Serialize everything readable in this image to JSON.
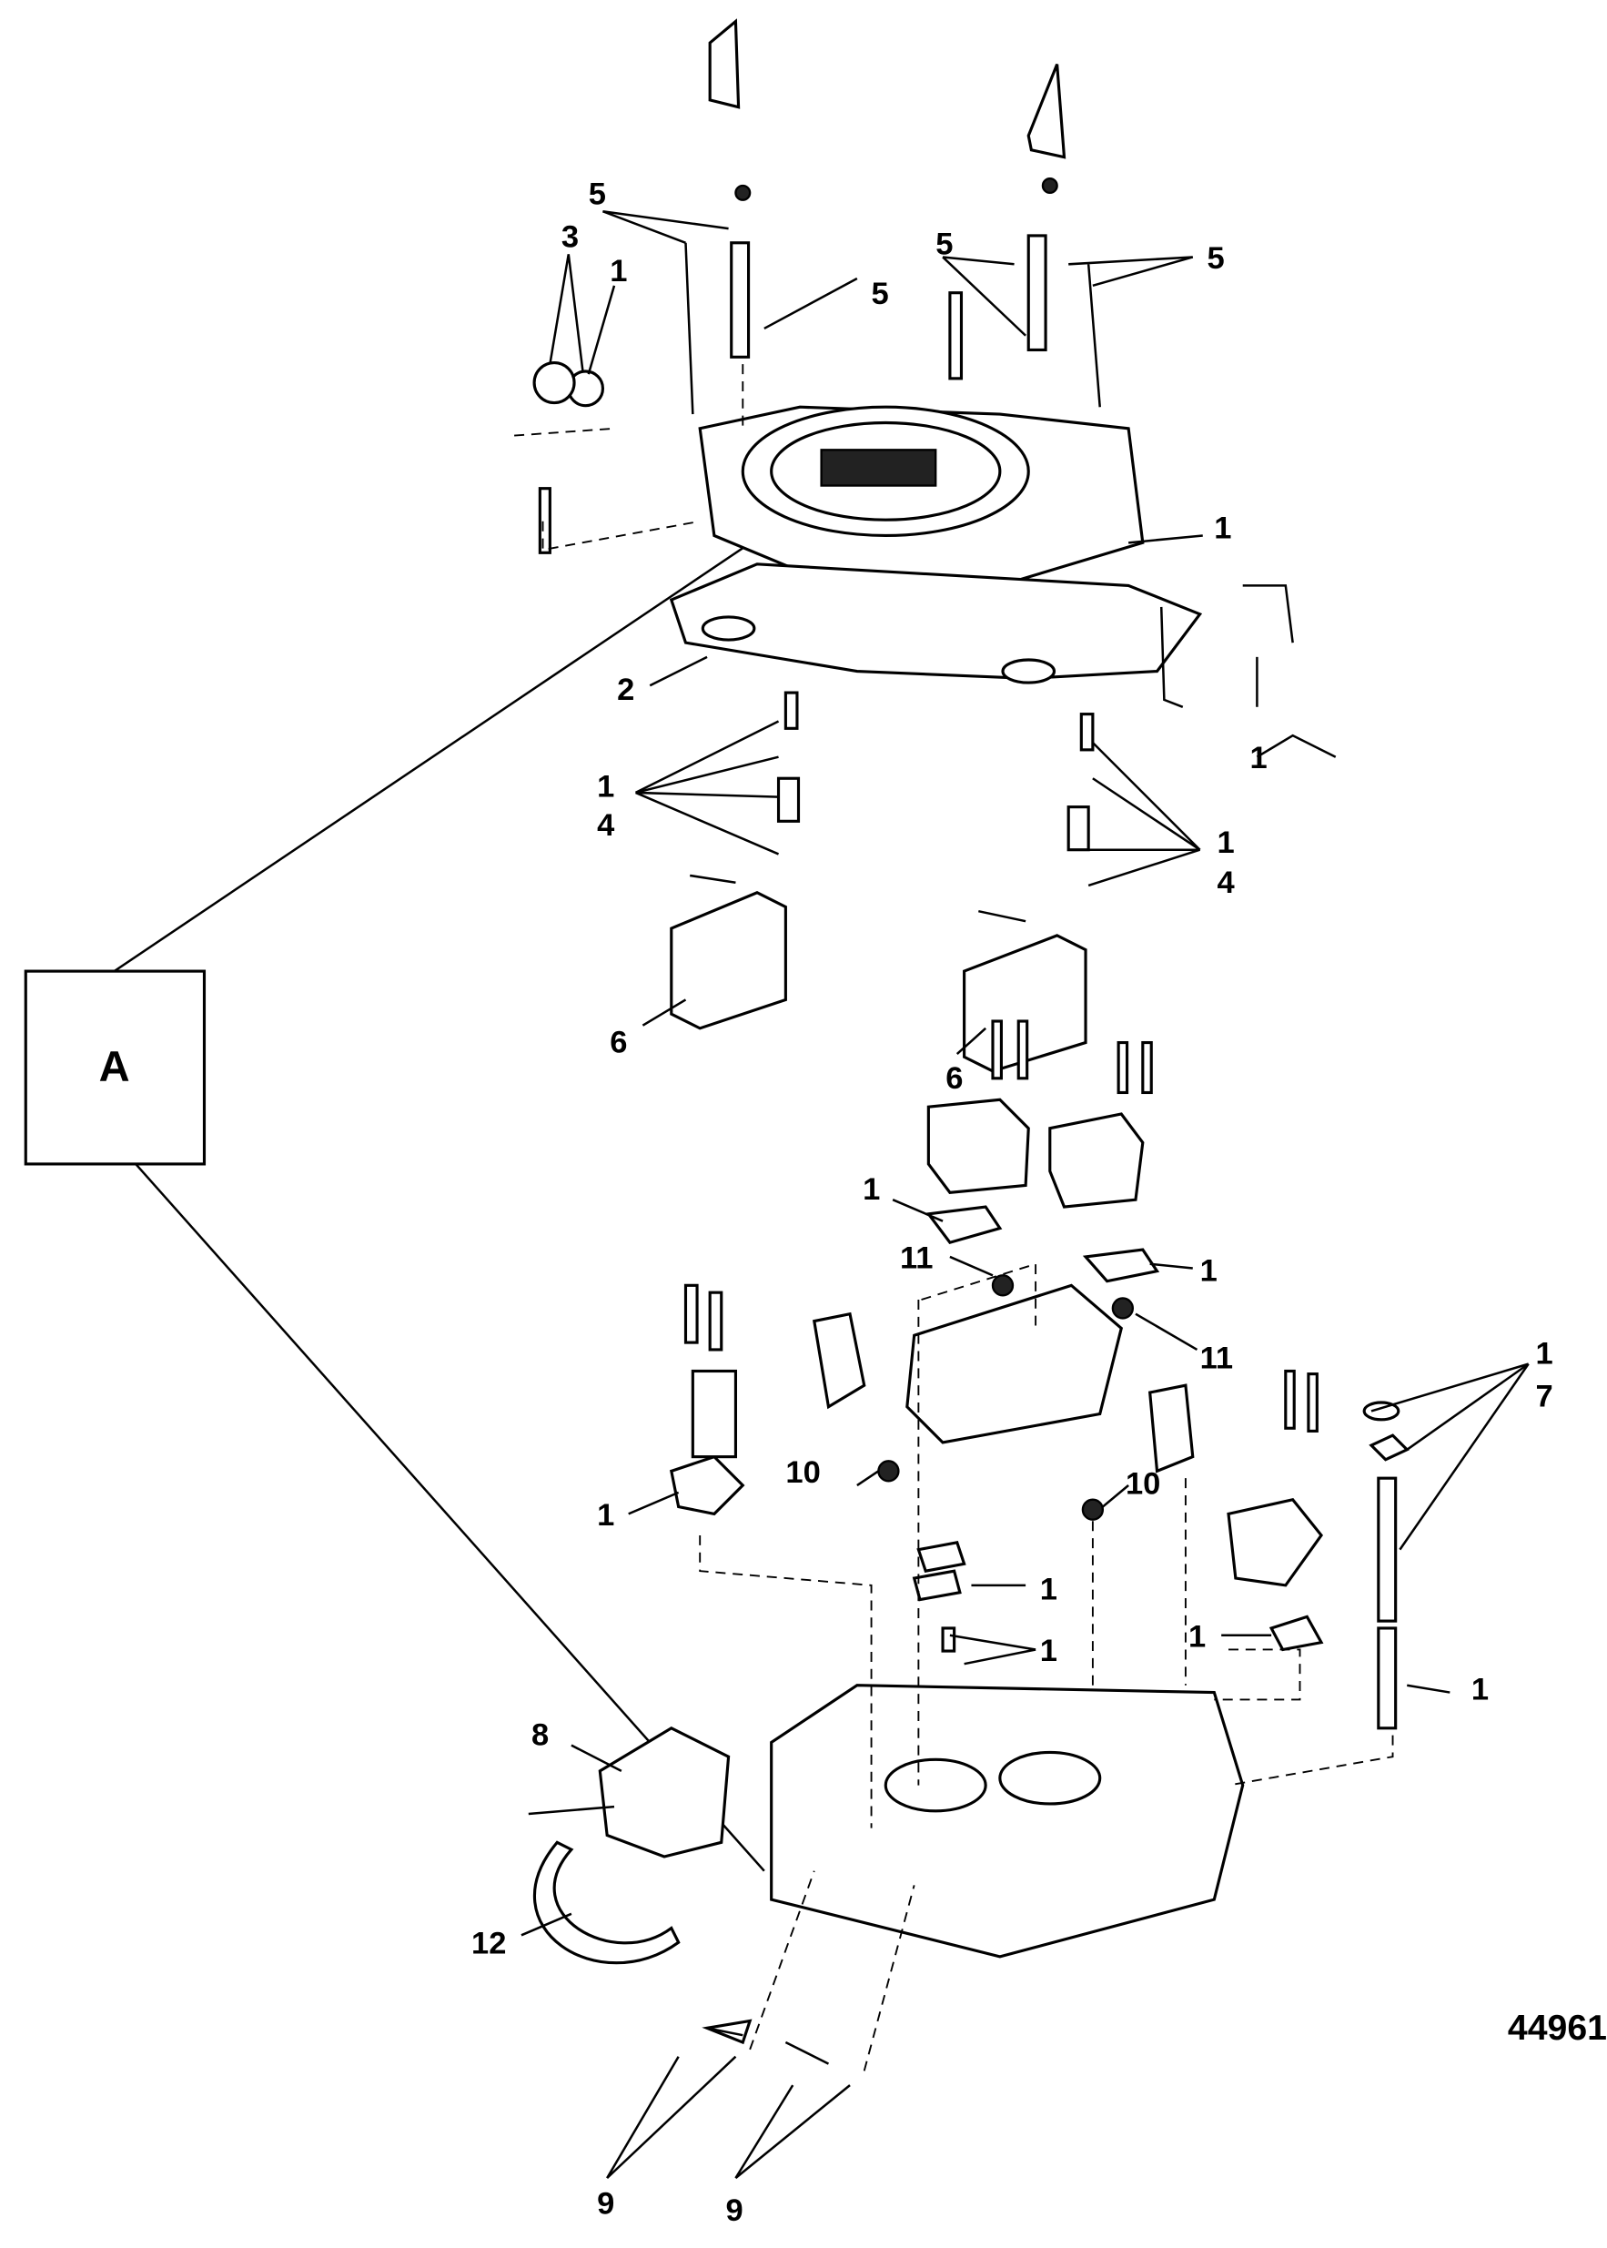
{
  "callout_box": {
    "label": "A"
  },
  "figure_number": "44961",
  "callouts": {
    "c5a": "5",
    "c3": "3",
    "c1a": "1",
    "c5b": "5",
    "c5c": "5",
    "c5d": "5",
    "c1b": "1",
    "c2": "2",
    "c1c": "1",
    "c1d": "1",
    "c4a": "4",
    "c1e": "1",
    "c4b": "4",
    "c6a": "6",
    "c6b": "6",
    "c1f": "1",
    "c11a": "11",
    "c1g": "1",
    "c11b": "11",
    "c1h": "1",
    "c7": "7",
    "c10a": "10",
    "c10b": "10",
    "c1i": "1",
    "c1j": "1",
    "c1k": "1",
    "c1l": "1",
    "c1m": "1",
    "c8": "8",
    "c12": "12",
    "c9a": "9",
    "c9b": "9"
  }
}
